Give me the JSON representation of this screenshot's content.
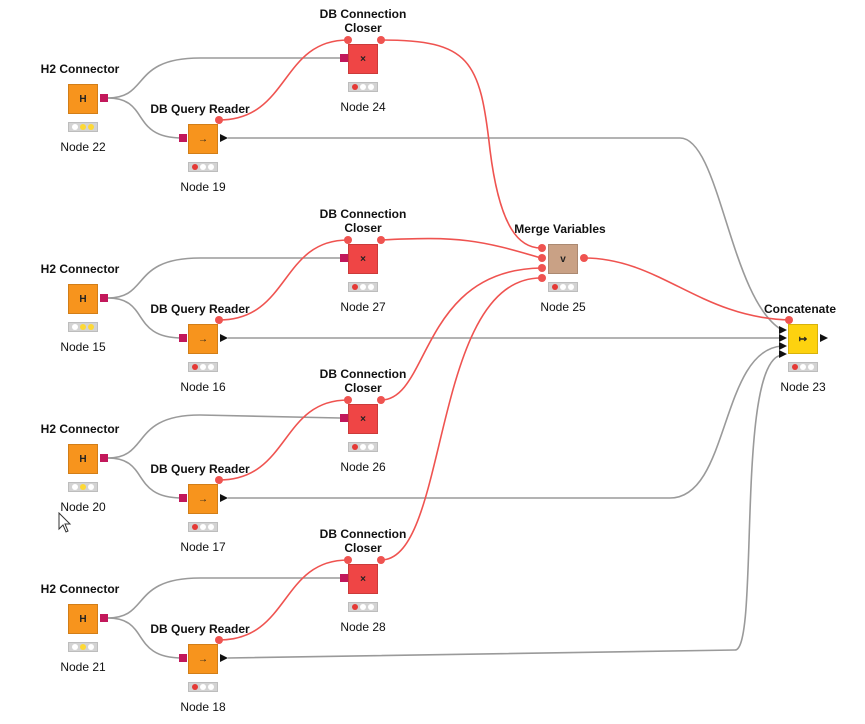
{
  "nodes": {
    "h2_22": {
      "title": "H2 Connector",
      "label": "Node 22",
      "icon": "H",
      "color": "#f7941d"
    },
    "h2_15": {
      "title": "H2 Connector",
      "label": "Node 15",
      "icon": "H",
      "color": "#f7941d"
    },
    "h2_20": {
      "title": "H2 Connector",
      "label": "Node 20",
      "icon": "H",
      "color": "#f7941d"
    },
    "h2_21": {
      "title": "H2 Connector",
      "label": "Node 21",
      "icon": "H",
      "color": "#f7941d"
    },
    "qr_19": {
      "title": "DB Query Reader",
      "label": "Node 19",
      "icon": "→",
      "color": "#f7941d"
    },
    "qr_16": {
      "title": "DB Query Reader",
      "label": "Node 16",
      "icon": "→",
      "color": "#f7941d"
    },
    "qr_17": {
      "title": "DB Query Reader",
      "label": "Node 17",
      "icon": "→",
      "color": "#f7941d"
    },
    "qr_18": {
      "title": "DB Query Reader",
      "label": "Node 18",
      "icon": "→",
      "color": "#f7941d"
    },
    "cl_24": {
      "title": "DB Connection Closer",
      "label": "Node 24",
      "icon": "×",
      "color": "#ef4545"
    },
    "cl_27": {
      "title": "DB Connection Closer",
      "label": "Node 27",
      "icon": "×",
      "color": "#ef4545"
    },
    "cl_26": {
      "title": "DB Connection Closer",
      "label": "Node 26",
      "icon": "×",
      "color": "#ef4545"
    },
    "cl_28": {
      "title": "DB Connection Closer",
      "label": "Node 28",
      "icon": "×",
      "color": "#ef4545"
    },
    "mv_25": {
      "title": "Merge Variables",
      "label": "Node 25",
      "icon": "v",
      "color": "#c9a185"
    },
    "cc_23": {
      "title": "Concatenate",
      "label": "Node 23",
      "icon": "↦",
      "color": "#fdd20f"
    }
  },
  "icons": {
    "h2": "database-h2-icon",
    "query_reader": "database-read-icon",
    "closer": "database-close-icon",
    "merge": "merge-variables-icon",
    "concatenate": "concatenate-icon",
    "cursor": "mouse-pointer-icon"
  },
  "colors": {
    "db_connection": "#9a9a9a",
    "flow_variable": "#ef5350",
    "db_port": "#c2185b",
    "status_red": "#e53935",
    "status_yellow": "#fdd835"
  }
}
